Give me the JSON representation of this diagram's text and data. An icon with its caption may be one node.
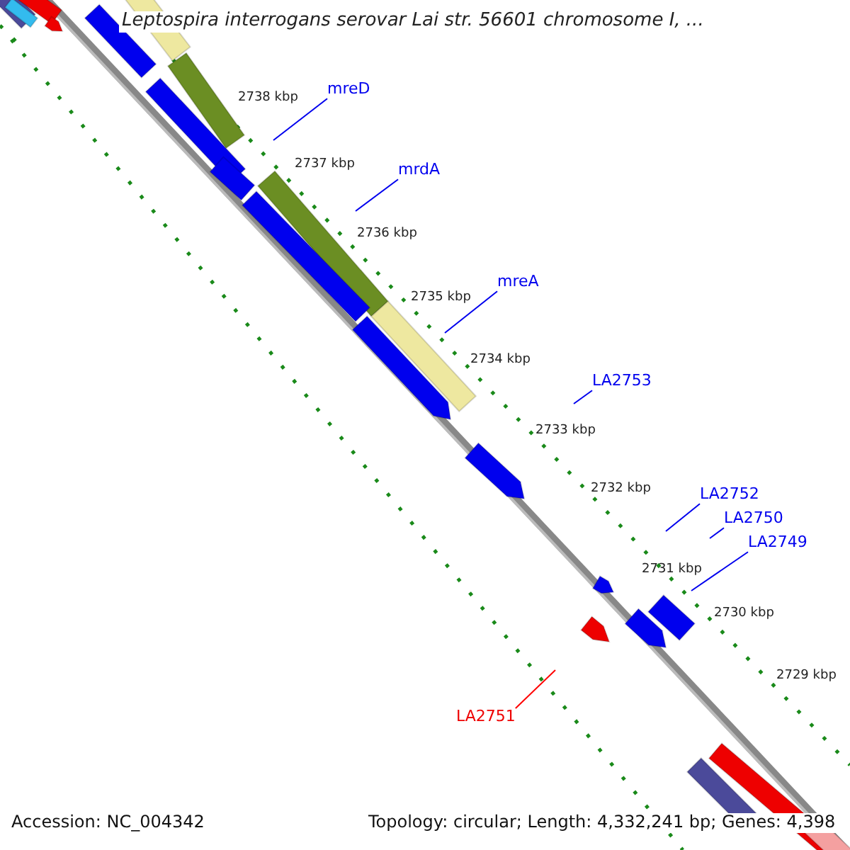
{
  "diagram": {
    "title": "Leptospira interrogans serovar Lai str. 56601 chromosome I, ...",
    "nodes": [
      {
        "text": [
          "mreD"
        ]
      },
      {
        "text": [
          "mrdA"
        ]
      },
      {
        "text": [
          "mreA"
        ]
      },
      {
        "text": [
          "LA2753"
        ]
      },
      {
        "text": [
          "LA2752"
        ]
      },
      {
        "text": [
          "LA2750"
        ]
      },
      {
        "text": [
          "LA2749"
        ]
      },
      {
        "text": [
          "LA2751"
        ]
      }
    ],
    "edges": [
      {
        "from": 0,
        "to": null,
        "arrow": "none"
      },
      {
        "from": 1,
        "to": null,
        "arrow": "none"
      },
      {
        "from": 2,
        "to": null,
        "arrow": "none"
      },
      {
        "from": 3,
        "to": null,
        "arrow": "none"
      },
      {
        "from": 4,
        "to": null,
        "arrow": "none"
      },
      {
        "from": 5,
        "to": null,
        "arrow": "none"
      },
      {
        "from": 6,
        "to": null,
        "arrow": "none"
      },
      {
        "from": 7,
        "to": null,
        "arrow": "none",
        "color": "#ff0000"
      }
    ],
    "labels": [
      "2738 kbp",
      "2737 kbp",
      "2736 kbp",
      "2735 kbp",
      "2734 kbp",
      "2733 kbp",
      "2732 kbp",
      "2731 kbp",
      "2730 kbp",
      "2729 kbp",
      "Accession: NC_004342",
      "Topology: circular; Length: 4,332,241 bp; Genes: 4,398"
    ]
  }
}
